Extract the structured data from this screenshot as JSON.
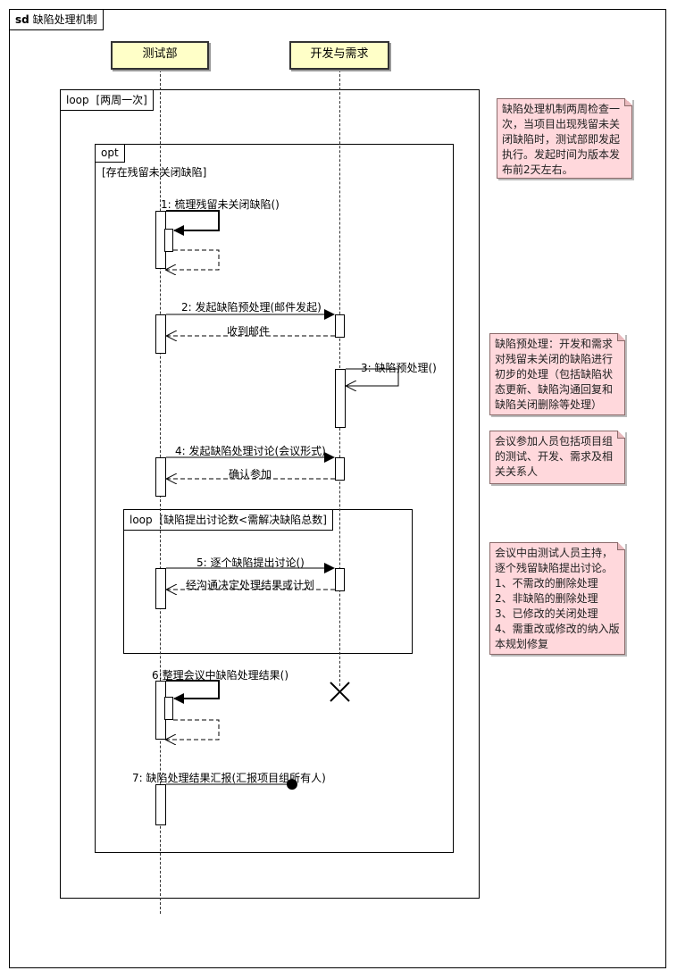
{
  "diagram": {
    "title_kw": "sd",
    "title": "缺陷处理机制",
    "lifelines": [
      {
        "label": "测试部"
      },
      {
        "label": "开发与需求"
      }
    ],
    "outer_loop": {
      "kw": "loop",
      "guard": "[两周一次]"
    },
    "opt": {
      "kw": "opt",
      "guard": "[存在残留未关闭缺陷]"
    },
    "inner_loop": {
      "kw": "loop",
      "guard": "[缺陷提出讨论数<需解决缺陷总数]"
    },
    "messages": [
      {
        "label": "1: 梳理残留未关闭缺陷()"
      },
      {
        "label": "2: 发起缺陷预处理(邮件发起)"
      },
      {
        "label": "收到邮件"
      },
      {
        "label": "3: 缺陷预处理()"
      },
      {
        "label": "4: 发起缺陷处理讨论(会议形式)"
      },
      {
        "label": "确认参加"
      },
      {
        "label": "5: 逐个缺陷提出讨论()"
      },
      {
        "label": "经沟通决定处理结果或计划"
      },
      {
        "label": "6:整理会议中缺陷处理结果()"
      },
      {
        "label": "7: 缺陷处理结果汇报(汇报项目组所有人)"
      }
    ],
    "notes": [
      {
        "text": "缺陷处理机制两周检查一次，当项目出现残留未关闭缺陷时，测试部即发起执行。发起时间为版本发布前2天左右。"
      },
      {
        "text": "缺陷预处理：开发和需求对残留未关闭的缺陷进行初步的处理（包括缺陷状态更新、缺陷沟通回复和缺陷关闭删除等处理）"
      },
      {
        "text": "会议参加人员包括项目组的测试、开发、需求及相关关系人"
      },
      {
        "text": "会议中由测试人员主持，逐个残留缺陷提出讨论。\n1、不需改的删除处理\n2、非缺陷的删除处理\n3、已修改的关闭处理\n4、需重改或修改的纳入版本规划修复"
      }
    ]
  }
}
